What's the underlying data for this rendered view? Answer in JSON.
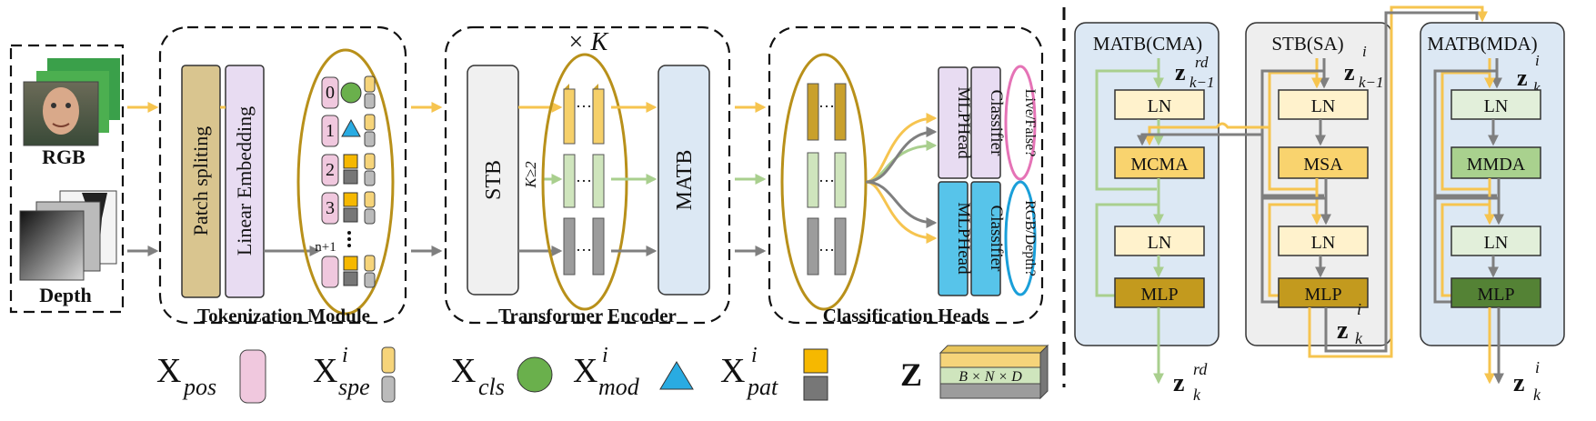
{
  "inputs": {
    "rgb_label": "RGB",
    "depth_label": "Depth"
  },
  "tokenization": {
    "title": "Tokenization Module",
    "patch_label": "Patch spliting",
    "embed_label": "Linear Embedding",
    "token_indices": [
      "0",
      "1",
      "2",
      "3",
      "n+1"
    ]
  },
  "encoder": {
    "title": "Transformer Encoder",
    "repeat": "× K",
    "stb_label": "STB",
    "matb_label": "MATB",
    "condition": "K≥2"
  },
  "heads": {
    "title": "Classification Heads",
    "mlp1": "MLPHead",
    "cls1": "Classifier",
    "mlp2": "MLPHead",
    "cls2": "Classifier",
    "out1": "Live/False?",
    "out2": "RGB/Depth?"
  },
  "legend": {
    "pos": {
      "main": "X",
      "sub": "pos"
    },
    "spe": {
      "main": "X",
      "sub": "spe",
      "sup": "i"
    },
    "cls": {
      "main": "X",
      "sub": "cls"
    },
    "mod": {
      "main": "X",
      "sub": "mod",
      "sup": "i"
    },
    "pat": {
      "main": "X",
      "sub": "pat",
      "sup": "i"
    },
    "z": {
      "main": "Z",
      "dims": "B × N × D"
    }
  },
  "blocks": {
    "cma": {
      "title": "MATB(CMA)",
      "in_var": "z",
      "in_sup": "rd",
      "in_sub": "k−1",
      "ln1": "LN",
      "attn": "MCMA",
      "ln2": "LN",
      "mlp": "MLP",
      "out_var": "z",
      "out_sup": "rd",
      "out_sub": "k"
    },
    "sa": {
      "title": "STB(SA)",
      "in_var": "z",
      "in_sup": "i",
      "in_sub": "k−1",
      "ln1": "LN",
      "attn": "MSA",
      "ln2": "LN",
      "mlp": "MLP",
      "out_var": "z",
      "out_sup": "i",
      "out_sub": "k"
    },
    "mda": {
      "title": "MATB(MDA)",
      "in_var": "z",
      "in_sup": "i",
      "in_sub": "k",
      "ln1": "LN",
      "attn": "MMDA",
      "ln2": "LN",
      "mlp": "MLP",
      "out_var": "z",
      "out_sup": "i",
      "out_sub": "k"
    }
  },
  "colors": {
    "yellow": "#f6c44f",
    "gray": "#7f7f7f",
    "green": "#a9cf8e",
    "tan": "#d9c58f",
    "lavender": "#e8dcf2",
    "light_blue": "#dce8f4",
    "cyan": "#57c4ea",
    "pink": "#f0c8de",
    "olive": "#b8901a"
  }
}
